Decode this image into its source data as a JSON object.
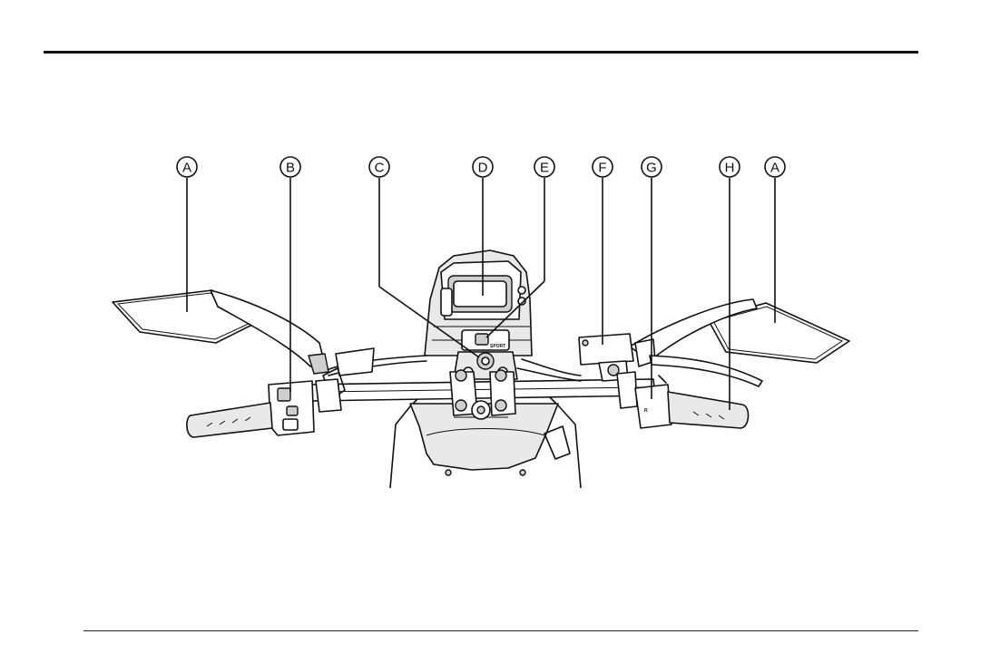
{
  "callouts": [
    {
      "letter": "A"
    },
    {
      "letter": "B"
    },
    {
      "letter": "C"
    },
    {
      "letter": "D"
    },
    {
      "letter": "E"
    },
    {
      "letter": "F"
    },
    {
      "letter": "G"
    },
    {
      "letter": "H"
    },
    {
      "letter": "A"
    }
  ],
  "mode_switch": {
    "label": "SPORT"
  },
  "switch_glyph": {
    "label": "R"
  }
}
